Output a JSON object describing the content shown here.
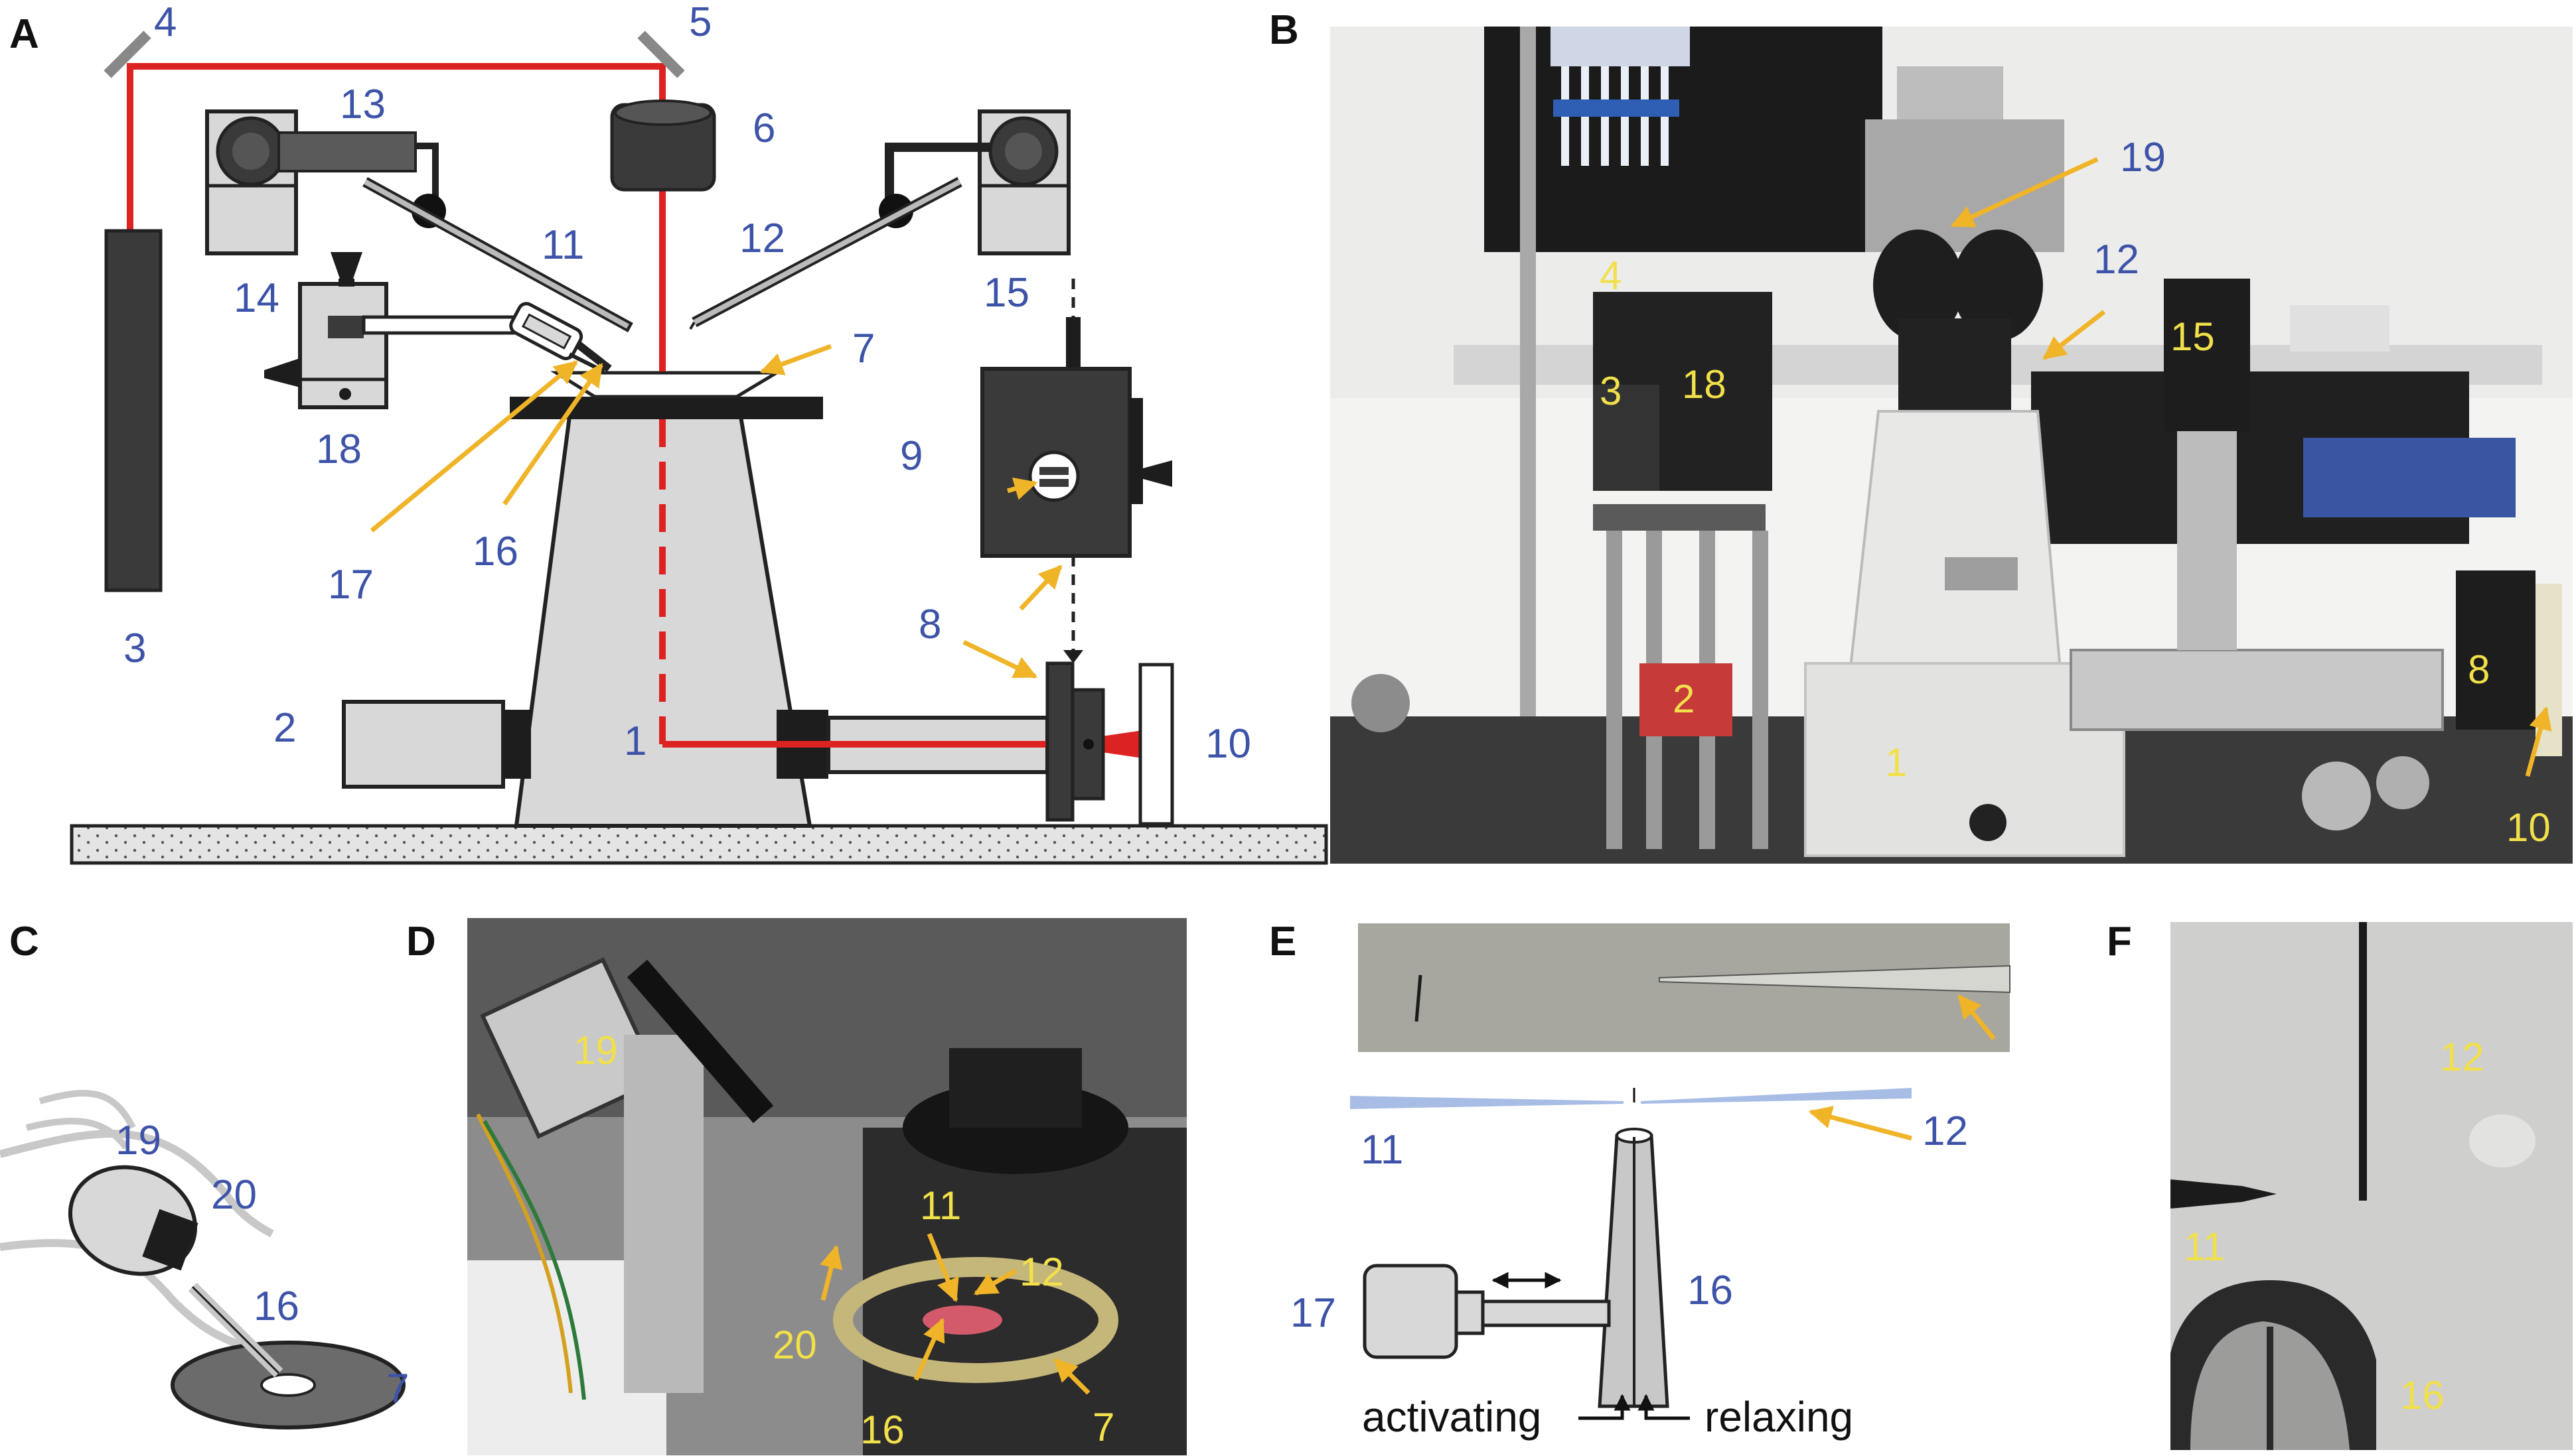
{
  "panels": {
    "A": {
      "letter": "A",
      "labels": [
        "1",
        "2",
        "3",
        "4",
        "5",
        "6",
        "7",
        "8",
        "9",
        "10",
        "11",
        "12",
        "13",
        "14",
        "15",
        "16",
        "17",
        "18"
      ]
    },
    "B": {
      "letter": "B",
      "labels": [
        "1",
        "2",
        "3",
        "4",
        "8",
        "10",
        "12",
        "15",
        "18",
        "19"
      ]
    },
    "C": {
      "letter": "C",
      "labels": [
        "7",
        "16",
        "19",
        "20"
      ]
    },
    "D": {
      "letter": "D",
      "labels": [
        "7",
        "11",
        "12",
        "16",
        "19",
        "20"
      ]
    },
    "E": {
      "letter": "E",
      "labels": [
        "11",
        "12",
        "16",
        "17"
      ],
      "activating": "activating",
      "relaxing": "relaxing"
    },
    "F": {
      "letter": "F",
      "labels": [
        "11",
        "12",
        "16"
      ]
    }
  },
  "colors": {
    "laser": "#dd2222",
    "label_blue": "#3d53a8",
    "label_yellow": "#f2e04a",
    "arrow": "#f0b429",
    "body_gray": "#d8d8d8",
    "dark": "#3a3a3a",
    "needle_blue": "#a8bde6"
  }
}
